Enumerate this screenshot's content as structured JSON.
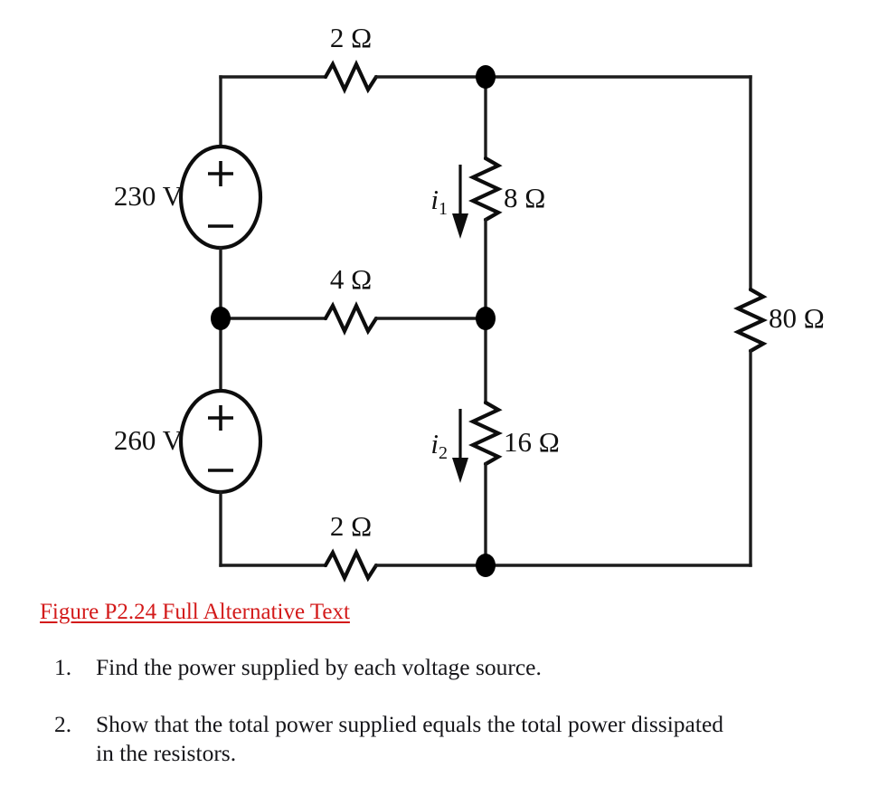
{
  "figure": {
    "caption_link": "Figure P2.24 Full Alternative Text",
    "link_color": "#d31a1a",
    "sources": [
      {
        "id": "v1",
        "label": "230 V",
        "plus": "+",
        "minus": "−"
      },
      {
        "id": "v2",
        "label": "260 V",
        "plus": "+",
        "minus": "−"
      }
    ],
    "resistors": [
      {
        "id": "r-top",
        "label": "2 Ω",
        "orientation": "horizontal"
      },
      {
        "id": "r-mid",
        "label": "4 Ω",
        "orientation": "horizontal"
      },
      {
        "id": "r-bottom",
        "label": "2 Ω",
        "orientation": "horizontal"
      },
      {
        "id": "r-8",
        "label": "8 Ω",
        "orientation": "vertical"
      },
      {
        "id": "r-16",
        "label": "16 Ω",
        "orientation": "vertical"
      },
      {
        "id": "r-80",
        "label": "80 Ω",
        "orientation": "vertical"
      }
    ],
    "currents": [
      {
        "id": "i1",
        "symbol": "i",
        "subscript": "1",
        "direction": "down"
      },
      {
        "id": "i2",
        "symbol": "i",
        "subscript": "2",
        "direction": "down"
      }
    ]
  },
  "tasks": [
    {
      "marker": "1.",
      "text": "Find the power supplied by each voltage source."
    },
    {
      "marker": "2.",
      "text": "Show that the total power supplied equals the total power dissipated in the resistors."
    }
  ]
}
